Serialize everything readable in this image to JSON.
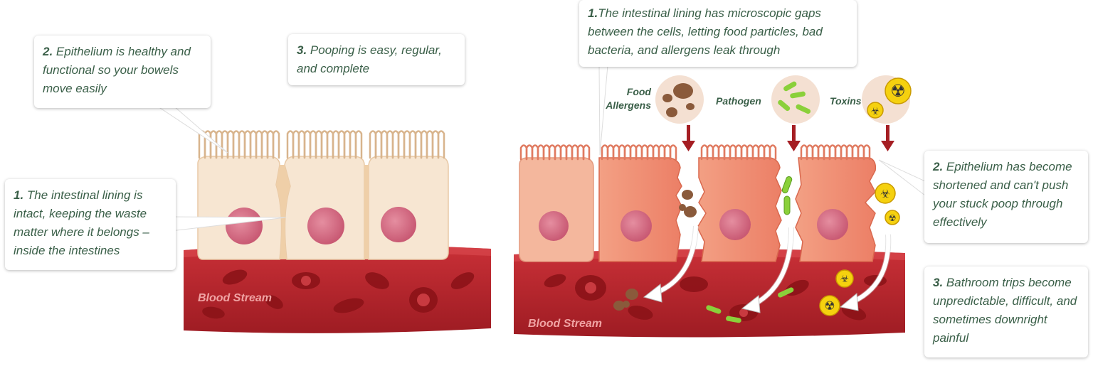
{
  "healthy": {
    "callout_1": {
      "num": "1.",
      "text": "The intestinal lining is intact, keeping the waste matter where it belongs – inside the intestines"
    },
    "callout_2": {
      "num": "2.",
      "text": "Epithelium is healthy and functional so your bowels move easily"
    },
    "callout_3": {
      "num": "3.",
      "text": "Pooping is easy, regular, and complete"
    },
    "blood_label": "Blood Stream"
  },
  "leaky": {
    "callout_1": {
      "num": "1.",
      "text": "The intestinal lining has microscopic gaps between the cells, letting food particles, bad bacteria, and allergens leak through"
    },
    "callout_2": {
      "num": "2.",
      "text": "Epithelium has become shortened and can't push your stuck poop through effectively"
    },
    "callout_3": {
      "num": "3.",
      "text": "Bathroom trips become unpredictable, difficult, and sometimes downright painful"
    },
    "labels": {
      "food_1": "Food",
      "food_2": "Allergens",
      "pathogen": "Pathogen",
      "toxins": "Toxins"
    },
    "blood_label": "Blood Stream"
  },
  "colors": {
    "text_green": "#3a5f48",
    "healthy_cell": "#f7e6d2",
    "leaky_cell": "#f08a70",
    "nucleus": "#d96f87",
    "blood": "#b8262e",
    "arrow_red": "#a51e23"
  }
}
